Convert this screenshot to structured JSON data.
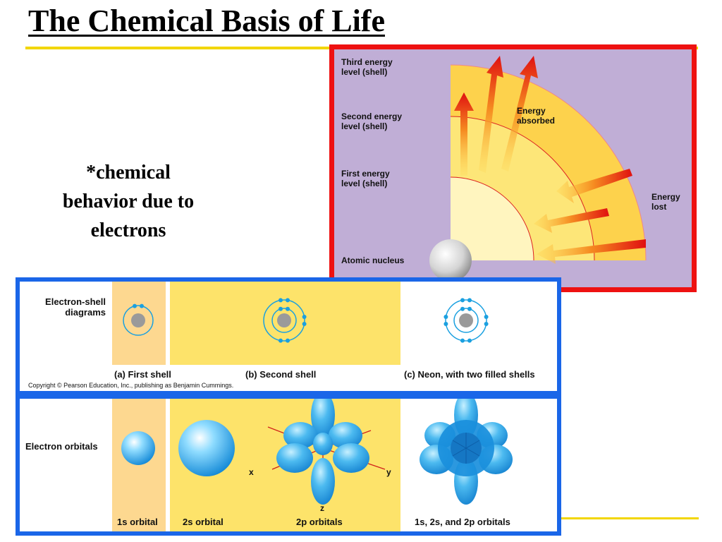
{
  "slide": {
    "title": "The Chemical Basis of Life",
    "note_lines": [
      "*chemical",
      "behavior due to",
      "electrons"
    ]
  },
  "energy_diagram": {
    "labels": {
      "third": [
        "Third energy",
        "level (shell)"
      ],
      "second": [
        "Second energy",
        "level (shell)"
      ],
      "first": [
        "First energy",
        "level (shell)"
      ],
      "nucleus": "Atomic nucleus",
      "absorbed": [
        "Energy",
        "absorbed"
      ],
      "lost": [
        "Energy",
        "lost"
      ]
    },
    "colors": {
      "border": "#ee1111",
      "background": "#c0aed6",
      "arrow": "#e01010"
    }
  },
  "shell_diagrams": {
    "heading": [
      "Electron-shell",
      "diagrams"
    ],
    "panels": [
      {
        "caption": "(a) First shell",
        "electrons": [
          2
        ]
      },
      {
        "caption": "(b) Second shell",
        "electrons": [
          2,
          6
        ]
      },
      {
        "caption": "(c) Neon, with two filled shells",
        "electrons": [
          2,
          8
        ]
      }
    ],
    "copyright": "Copyright © Pearson Education, Inc., publishing as Benjamin Cummings."
  },
  "orbitals": {
    "heading": "Electron orbitals",
    "captions": {
      "s1": "1s orbital",
      "s2": "2s orbital",
      "p2": "2p orbitals",
      "all": "1s, 2s, and 2p orbitals"
    },
    "axes": {
      "x": "x",
      "y": "y",
      "z": "z"
    }
  },
  "colors": {
    "accent_yellow": "#f2d600",
    "panel_border": "#1a66e8",
    "band_peach": "#fdd890",
    "band_yellow": "#fde36a",
    "electron": "#1aa0e0"
  }
}
